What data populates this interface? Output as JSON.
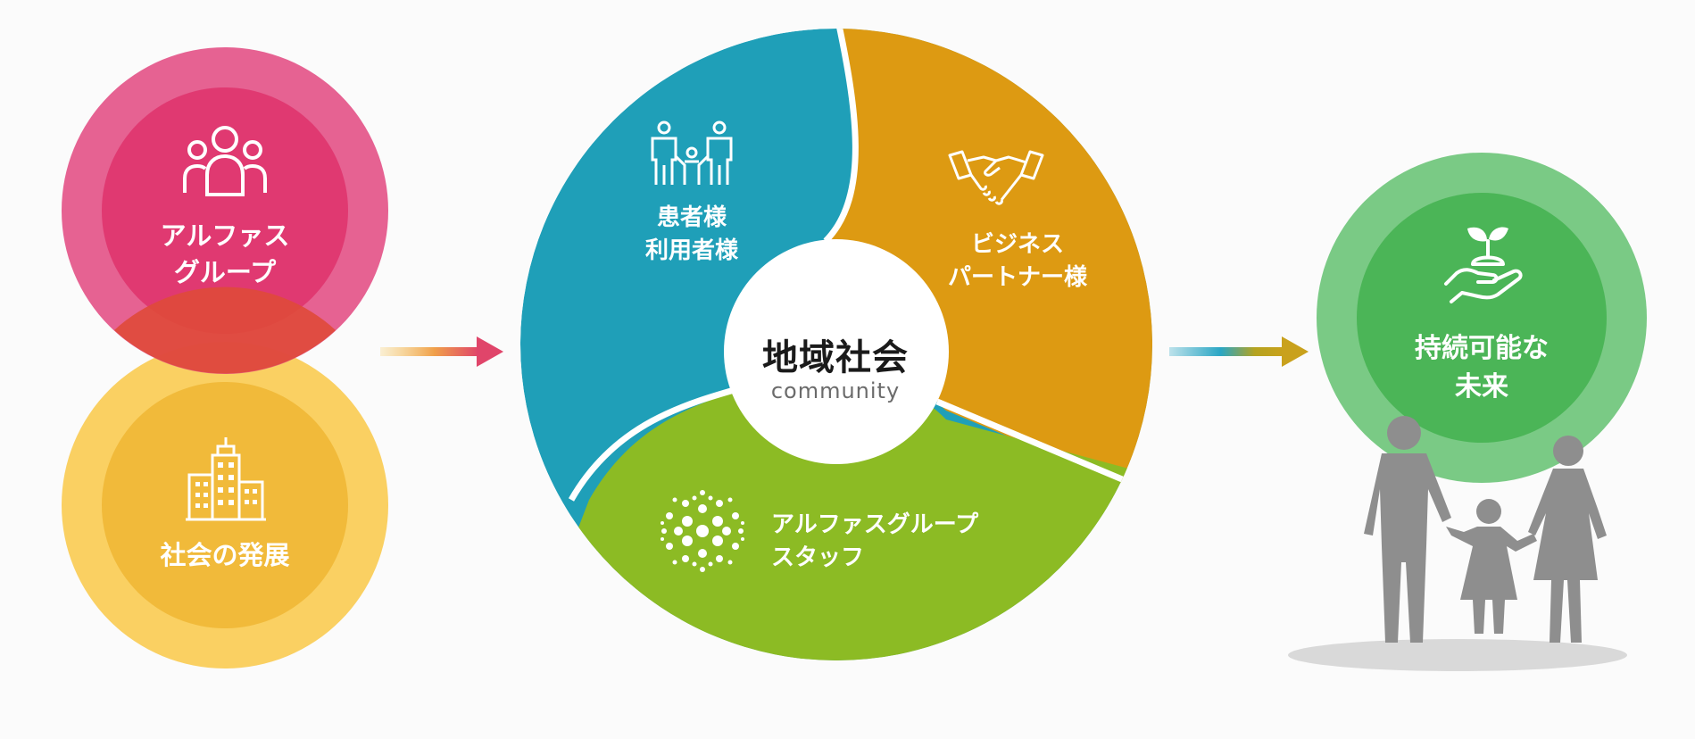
{
  "colors": {
    "pink": "#e0356f",
    "yellow": "#f4bb32",
    "teal": "#1f9fb8",
    "orange": "#dd9a12",
    "lime": "#8cbb24",
    "green": "#4bb557",
    "silhouette": "#8e8e8e"
  },
  "left_circles": {
    "group": {
      "lines": [
        "アルファス",
        "グループ"
      ],
      "icon": "people-group-icon"
    },
    "society": {
      "lines": [
        "社会の発展"
      ],
      "icon": "city-buildings-icon"
    }
  },
  "community": {
    "title": "地域社会",
    "subtitle": "community",
    "segments": {
      "patients": {
        "lines": [
          "患者様",
          "利用者様"
        ],
        "icon": "family-icon"
      },
      "partners": {
        "lines": [
          "ビジネス",
          "パートナー様"
        ],
        "icon": "handshake-icon"
      },
      "staff": {
        "lines": [
          "アルファスグループ",
          "スタッフ"
        ],
        "icon": "dot-network-icon"
      }
    }
  },
  "future": {
    "lines": [
      "持続可能な",
      "未来"
    ],
    "icon": "sprout-hand-icon",
    "figure": "family-silhouette-icon"
  }
}
